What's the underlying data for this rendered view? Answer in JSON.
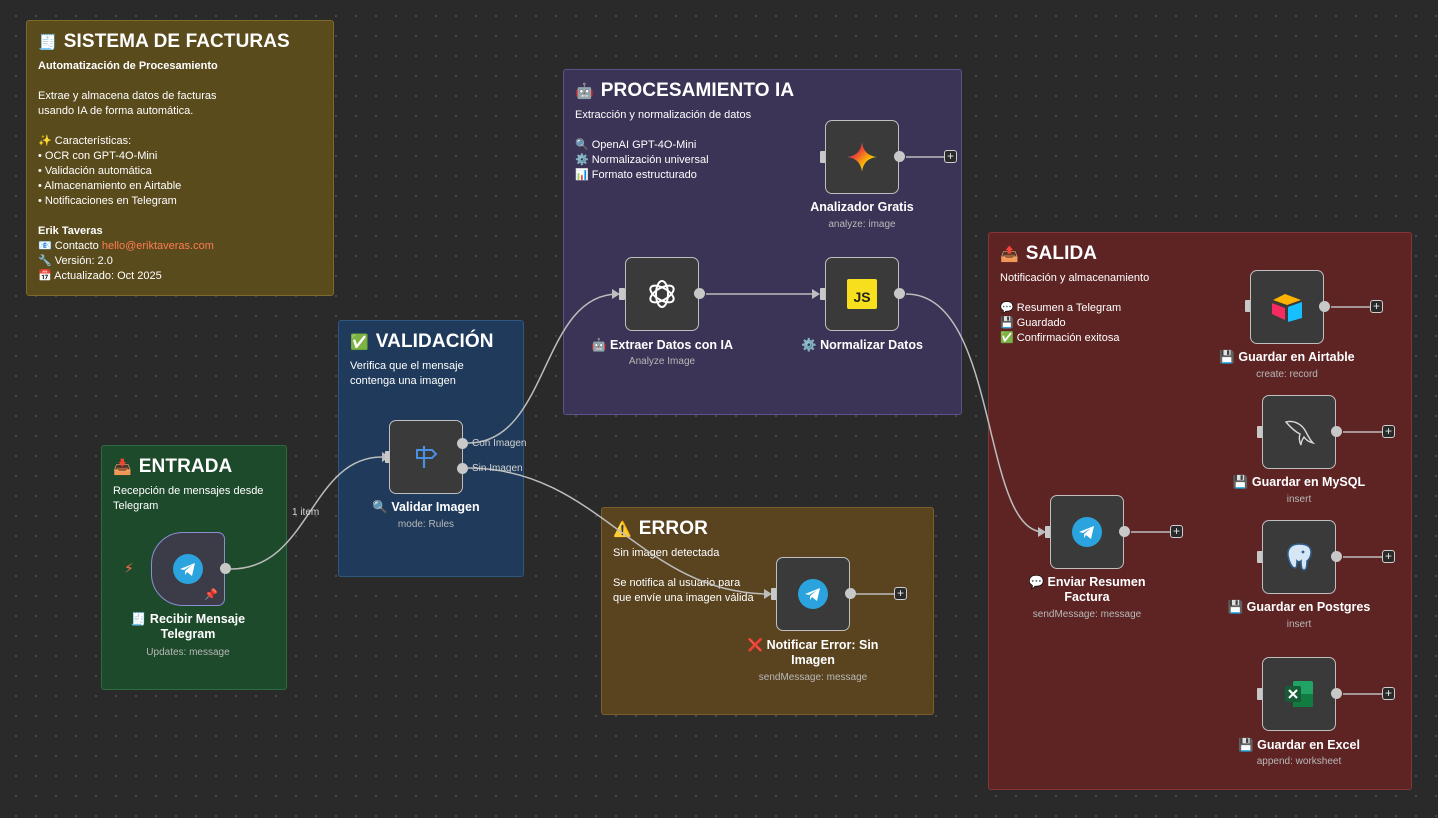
{
  "notes": {
    "main": {
      "title": "SISTEMA DE FACTURAS",
      "subtitle": "Automatización de Procesamiento",
      "desc1": "Extrae y almacena datos de facturas",
      "desc2": "usando IA de forma automática.",
      "features_title": "✨ Características:",
      "features": [
        "• OCR con GPT-4O-Mini",
        "• Validación automática",
        "• Almacenamiento en Airtable",
        "• Notificaciones en Telegram"
      ],
      "author": "Erik Taveras",
      "contact_label": "📧 Contacto ",
      "contact_email": "hello@eriktaveras.com",
      "version": "🔧 Versión: 2.0",
      "updated": "📅 Actualizado: Oct 2025",
      "emoji": "🧾"
    },
    "proc": {
      "emoji": "🤖",
      "title": "PROCESAMIENTO IA",
      "subtitle": "Extracción y normalización de datos",
      "items": [
        "🔍 OpenAI GPT-4O-Mini",
        "⚙️ Normalización universal",
        "📊 Formato estructurado"
      ]
    },
    "val": {
      "emoji": "✅",
      "title": "VALIDACIÓN",
      "desc1": "Verifica que el mensaje",
      "desc2": "contenga una imagen"
    },
    "ent": {
      "emoji": "📥",
      "title": "ENTRADA",
      "desc1": "Recepción de mensajes desde",
      "desc2": "Telegram"
    },
    "err": {
      "emoji": "⚠️",
      "title": "ERROR",
      "desc1": "Sin imagen detectada",
      "desc2": "Se notifica al usuario para",
      "desc3": "que envíe una imagen válida"
    },
    "sal": {
      "emoji": "📤",
      "title": "SALIDA",
      "subtitle": "Notificación y almacenamiento",
      "items": [
        "💬 Resumen a Telegram",
        "💾 Guardado",
        "✅ Confirmación exitosa"
      ]
    }
  },
  "nodes": {
    "recibir": {
      "label": "🧾 Recibir Mensaje Telegram",
      "sub": "Updates: message"
    },
    "validar": {
      "label": "🔍 Validar Imagen",
      "sub": "mode: Rules"
    },
    "extraer": {
      "label": "🤖 Extraer Datos con IA",
      "sub": "Analyze Image"
    },
    "analizador": {
      "label": "Analizador Gratis",
      "sub": "analyze: image"
    },
    "normalizar": {
      "label": "⚙️ Normalizar Datos",
      "sub": ""
    },
    "notificar": {
      "label": "❌ Notificar Error: Sin Imagen",
      "sub": "sendMessage: message"
    },
    "enviar": {
      "label": "💬 Enviar Resumen Factura",
      "sub": "sendMessage: message"
    },
    "airtable": {
      "label": "💾 Guardar en Airtable",
      "sub": "create: record"
    },
    "mysql": {
      "label": "💾 Guardar en MySQL",
      "sub": "insert"
    },
    "postgres": {
      "label": "💾 Guardar en Postgres",
      "sub": "insert"
    },
    "excel": {
      "label": "💾 Guardar en Excel",
      "sub": "append: worksheet"
    }
  },
  "edge_labels": {
    "items": "1 item",
    "con_imagen": "Con Imagen",
    "sin_imagen": "Sin Imagen"
  },
  "icons": {
    "trigger": "lightning-icon",
    "pin": "pin-icon",
    "add": "+"
  }
}
